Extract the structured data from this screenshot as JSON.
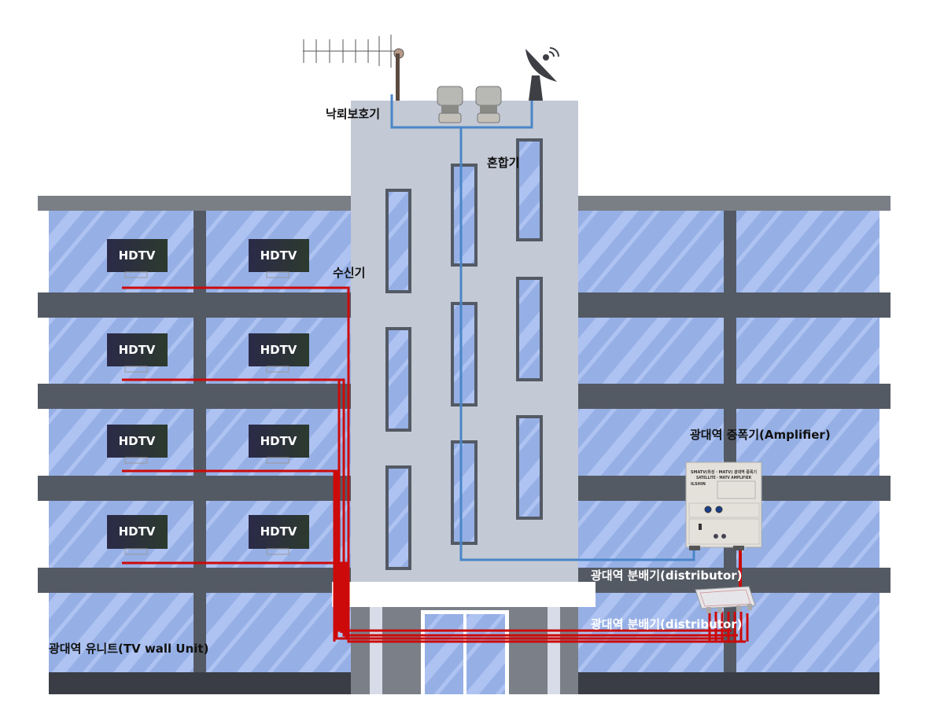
{
  "labels": {
    "lightning_protector": "낙뢰보호기",
    "mixer": "혼합기",
    "receiver": "수신기",
    "amplifier": "광대역 증폭기(Amplifier)",
    "distributor_1": "광대역 분배기(distributor)",
    "distributor_2": "광대역 분배기(distributor)",
    "tv_wall_unit": "광대역 유니트(TV wall Unit)"
  },
  "tvs": [
    "HDTV",
    "HDTV",
    "HDTV",
    "HDTV",
    "HDTV",
    "HDTV",
    "HDTV",
    "HDTV"
  ],
  "amplifier_device": {
    "title": "SMATV(위성 · MATV) 광대역 증폭기",
    "subtitle": "SATELLITE · MATV AMPLIFIER",
    "brand": "ILSHIN"
  },
  "colors": {
    "coax_red": "#cc0a0a",
    "signal_blue": "#4a86c8",
    "glass": "#96b0e6",
    "tower": "#c3c9d5",
    "floor_band": "#545a64"
  }
}
